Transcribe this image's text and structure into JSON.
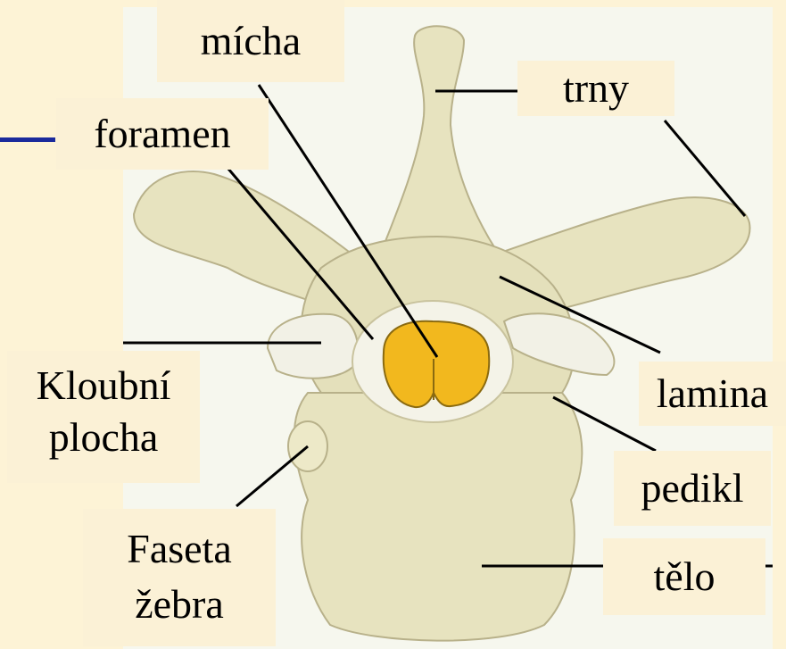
{
  "labels": {
    "micha": "mícha",
    "trny": "trny",
    "foramen": "foramen",
    "kloubni_plocha": [
      "Kloubní",
      "plocha"
    ],
    "lamina": "lamina",
    "pedikl": "pedikl",
    "faseta_zebra": [
      "Faseta",
      "žebra"
    ],
    "telo": "tělo"
  },
  "colors": {
    "background": "#fdf3d6",
    "label_box": "#fbf1d6",
    "bone": "#e7e3bf",
    "bone_outline": "#b8b18a",
    "spinal_cord": "#f2b81e",
    "accent_bar": "#1a2a9c",
    "leader_line": "#000000"
  }
}
